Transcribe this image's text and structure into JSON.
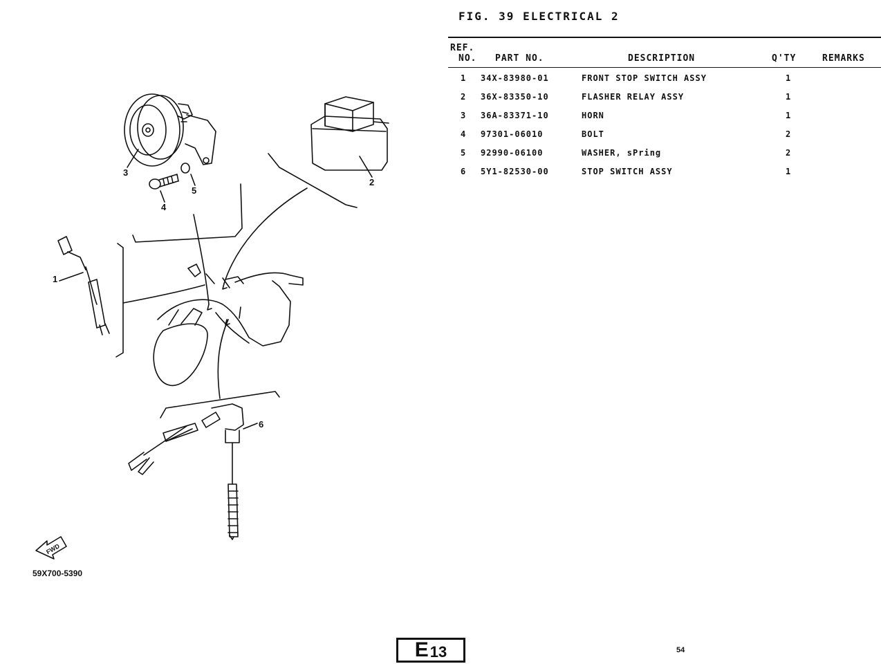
{
  "figure_title": "FIG. 39   ELECTRICAL 2",
  "table": {
    "headers": {
      "ref_line1": "REF.",
      "ref_line2": "NO.",
      "part_no": "PART NO.",
      "description": "DESCRIPTION",
      "qty": "Q'TY",
      "remarks": "REMARKS"
    },
    "rows": [
      {
        "ref": "1",
        "part_no": "34X-83980-01",
        "description": "FRONT STOP SWITCH ASSY",
        "qty": "1",
        "remarks": ""
      },
      {
        "ref": "2",
        "part_no": "36X-83350-10",
        "description": "FLASHER RELAY ASSY",
        "qty": "1",
        "remarks": ""
      },
      {
        "ref": "3",
        "part_no": "36A-83371-10",
        "description": "HORN",
        "qty": "1",
        "remarks": ""
      },
      {
        "ref": "4",
        "part_no": "97301-06010",
        "description": "BOLT",
        "qty": "2",
        "remarks": ""
      },
      {
        "ref": "5",
        "part_no": "92990-06100",
        "description": "WASHER, sPring",
        "qty": "2",
        "remarks": ""
      },
      {
        "ref": "6",
        "part_no": "5Y1-82530-00",
        "description": "STOP SWITCH ASSY",
        "qty": "1",
        "remarks": ""
      }
    ]
  },
  "diagram_labels": {
    "l1": "1",
    "l2": "2",
    "l3": "3",
    "l4": "4",
    "l5": "5",
    "l6": "6",
    "fwd": "FWD"
  },
  "catalog_number": "59X700-5390",
  "section_badge": {
    "letter": "E",
    "number": "13"
  },
  "page_number": "54"
}
